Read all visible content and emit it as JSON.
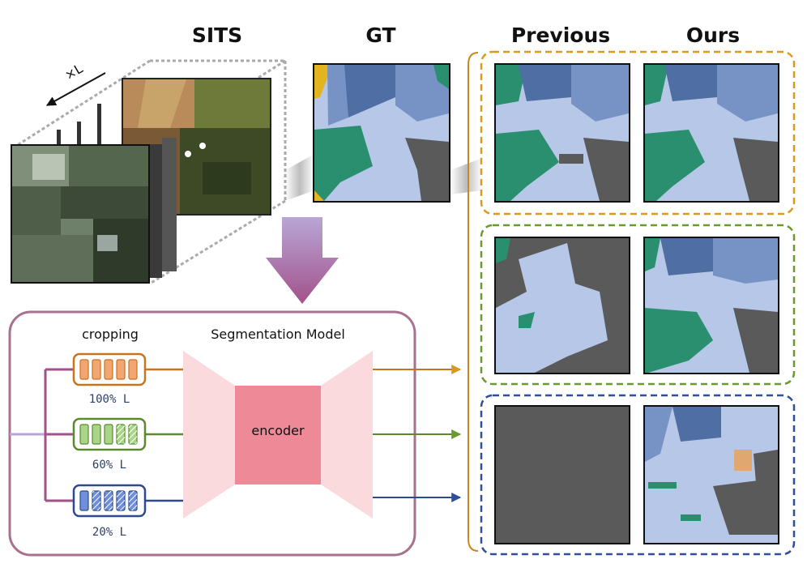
{
  "headers": {
    "sits": "SITS",
    "gt": "GT",
    "previous": "Previous",
    "ours": "Ours"
  },
  "stack_label": "×L",
  "model": {
    "title": "Segmentation Model",
    "encoder_label": "encoder",
    "cropping_label": "cropping"
  },
  "branches": [
    {
      "percent_label": "100% L",
      "color": "#c8731f",
      "fill": "#f3a572",
      "filled_cells": 5
    },
    {
      "percent_label": "60% L",
      "color": "#5b8a2c",
      "fill": "#a8d58a",
      "filled_cells": 3
    },
    {
      "percent_label": "20% L",
      "color": "#2d4a8f",
      "fill": "#6f8fdc",
      "filled_cells": 1
    }
  ],
  "result_rows": [
    {
      "border_color": "#d99a1f"
    },
    {
      "border_color": "#6a9a2f"
    },
    {
      "border_color": "#2f4f9a"
    }
  ],
  "colors": {
    "class_light_blue": "#b7c7e8",
    "class_mid_blue": "#7793c6",
    "class_dark_blue": "#4f6ea3",
    "class_green": "#2a8f6e",
    "class_gray": "#5a5a5a",
    "class_yellow": "#e3b320",
    "class_orange": "#e0a870",
    "arrow_purple": "#9b5f8a",
    "model_box_border": "#a8728f"
  }
}
